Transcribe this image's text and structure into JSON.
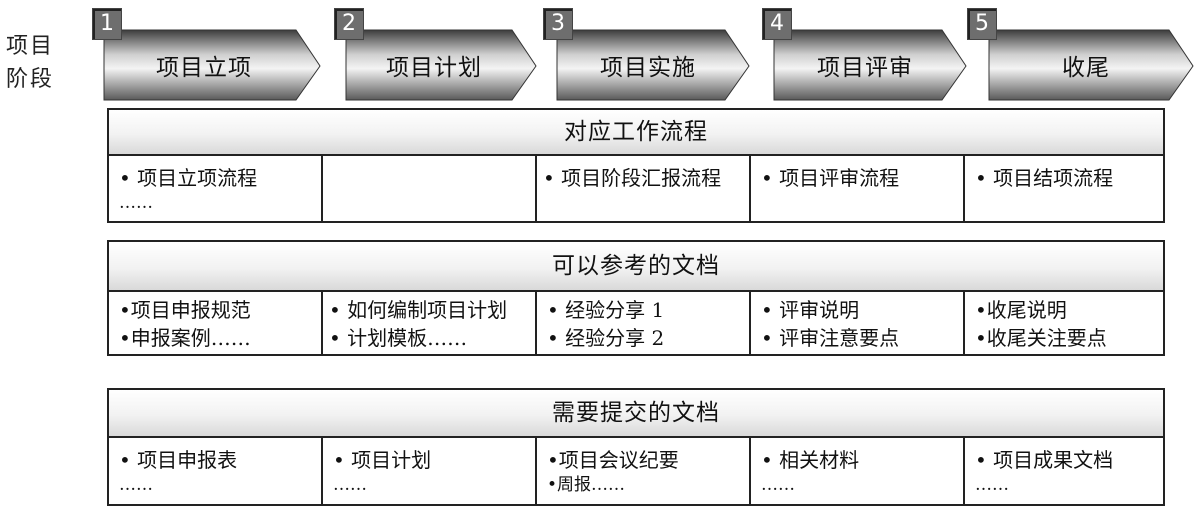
{
  "side_label": [
    "项目",
    "阶段"
  ],
  "stages": [
    {
      "num": "1",
      "label": "项目立项"
    },
    {
      "num": "2",
      "label": "项目计划"
    },
    {
      "num": "3",
      "label": "项目实施"
    },
    {
      "num": "4",
      "label": "项目评审"
    },
    {
      "num": "5",
      "label": "收尾"
    }
  ],
  "sections": [
    {
      "title": "对应工作流程",
      "cells": [
        [
          "• 项目立项流程",
          "……"
        ],
        [],
        [
          "• 项目阶段汇报流程"
        ],
        [
          "• 项目评审流程"
        ],
        [
          "• 项目结项流程"
        ]
      ]
    },
    {
      "title": "可以参考的文档",
      "cells": [
        [
          "•项目申报规范",
          "•申报案例……"
        ],
        [
          "• 如何编制项目计划",
          "• 计划模板……"
        ],
        [
          "• 经验分享 1",
          "• 经验分享 2"
        ],
        [
          "• 评审说明",
          "• 评审注意要点"
        ],
        [
          "•收尾说明",
          "•收尾关注要点"
        ]
      ]
    },
    {
      "title": "需要提交的文档",
      "cells": [
        [
          "• 项目申报表",
          "……"
        ],
        [
          "• 项目计划",
          "……"
        ],
        [
          "•项目会议纪要",
          "•周报……"
        ],
        [
          "• 相关材料",
          "……"
        ],
        [
          "• 项目成果文档",
          "……"
        ]
      ]
    }
  ]
}
